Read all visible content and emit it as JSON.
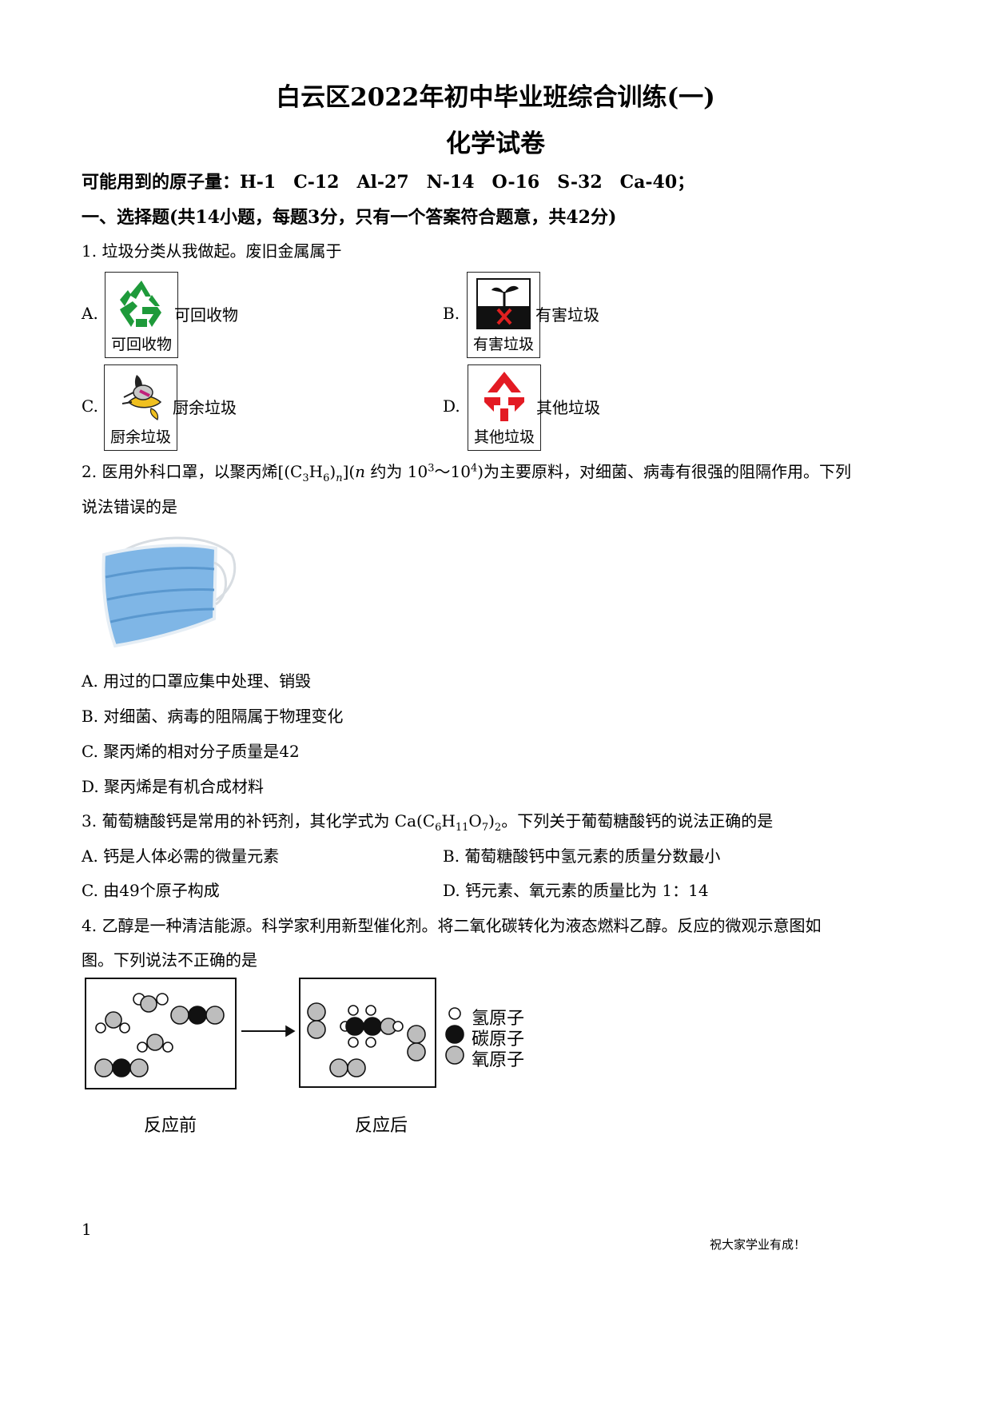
{
  "header": {
    "title": "白云区2022年初中毕业班综合训练(一)",
    "subtitle": "化学试卷"
  },
  "atomic_mass_line": "可能用到的原子量：H-1　C-12　Al-27　N-14　O-16　S-32　Ca-40；",
  "section1_heading": "一、选择题(共14小题，每题3分，只有一个答案符合题意，共42分)",
  "q1": {
    "stem": "1. 垃圾分类从我做起。废旧金属属于",
    "options": [
      {
        "letter": "A.",
        "bin_caption": "可回收物",
        "text": "可回收物",
        "icon": "recycle-icon"
      },
      {
        "letter": "B.",
        "bin_caption": "有害垃圾",
        "text": "有害垃圾",
        "icon": "hazard-icon"
      },
      {
        "letter": "C.",
        "bin_caption": "厨余垃圾",
        "text": "厨余垃圾",
        "icon": "food-waste-icon"
      },
      {
        "letter": "D.",
        "bin_caption": "其他垃圾",
        "text": "其他垃圾",
        "icon": "other-waste-icon"
      }
    ]
  },
  "q2": {
    "stem_part1": "2. 医用外科口罩，以聚丙烯[(C",
    "sub3": "3",
    "stem_part2": "H",
    "sub6": "6",
    "stem_part3": ")",
    "sub_n": "n",
    "stem_part4": "](",
    "n_italic": "n",
    "stem_part5": " 约为 10",
    "sup3": "3",
    "stem_part6": "～10",
    "sup4": "4",
    "stem_part7": ")为主要原料，对细菌、病毒有很强的阻隔作用。下列",
    "stem_line2": "说法错误的是",
    "options": [
      "A. 用过的口罩应集中处理、销毁",
      "B. 对细菌、病毒的阻隔属于物理变化",
      "C. 聚丙烯的相对分子质量是42",
      "D. 聚丙烯是有机合成材料"
    ]
  },
  "q3": {
    "stem_part1": "3. 葡萄糖酸钙是常用的补钙剂，其化学式为 Ca(C",
    "sub6": "6",
    "stem_part2": "H",
    "sub11": "11",
    "stem_part3": "O",
    "sub7": "7",
    "stem_part4": ")",
    "sub2": "2",
    "stem_part5": "。下列关于葡萄糖酸钙的说法正确的是",
    "options": [
      "A. 钙是人体必需的微量元素",
      "B. 葡萄糖酸钙中氢元素的质量分数最小",
      "C. 由49个原子构成",
      "D. 钙元素、氧元素的质量比为 1：14"
    ]
  },
  "q4": {
    "stem_line1": "4. 乙醇是一种清洁能源。科学家利用新型催化剂。将二氧化碳转化为液态燃料乙醇。反应的微观示意图如",
    "stem_line2": "图。下列说法不正确的是",
    "diagram": {
      "before_label": "反应前",
      "after_label": "反应后",
      "legend": [
        "氢原子",
        "碳原子",
        "氧原子"
      ]
    }
  },
  "footer": {
    "page_number": "1",
    "motto": "祝大家学业有成！"
  }
}
